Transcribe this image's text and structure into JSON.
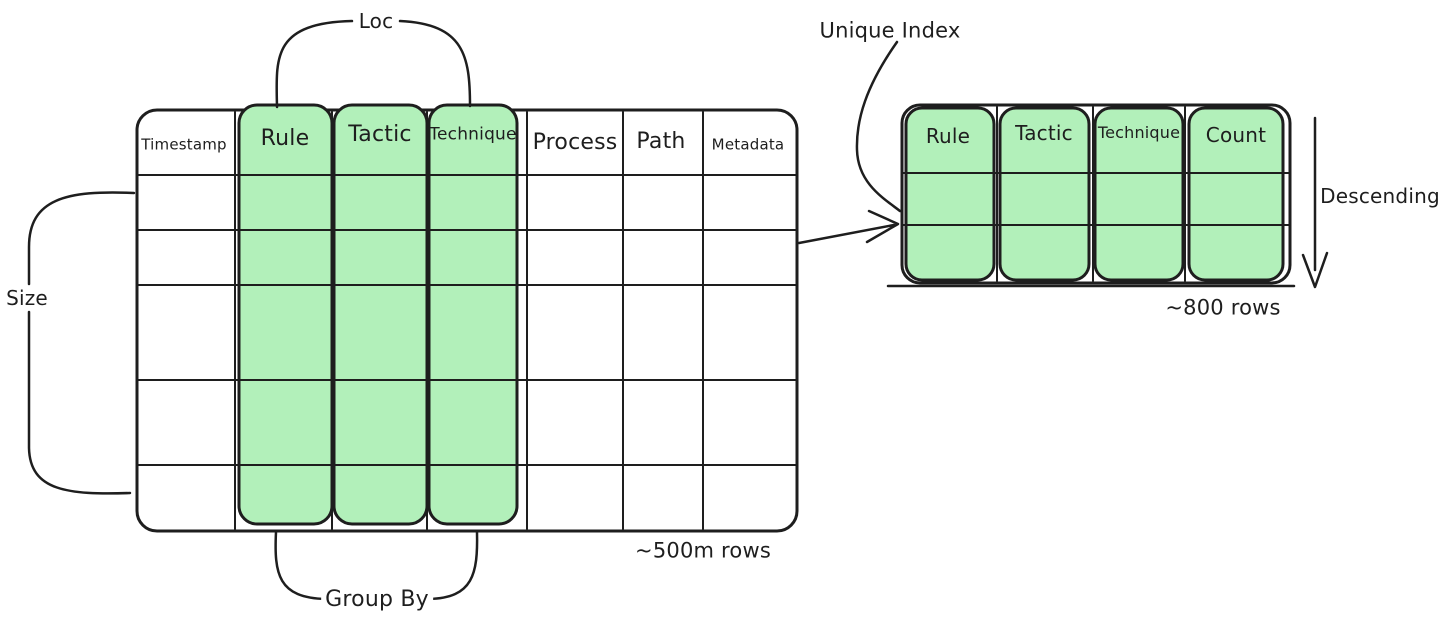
{
  "diagram": {
    "left_table": {
      "columns": [
        {
          "label": "Timestamp",
          "highlighted": false
        },
        {
          "label": "Rule",
          "highlighted": true
        },
        {
          "label": "Tactic",
          "highlighted": true
        },
        {
          "label": "Technique",
          "highlighted": true
        },
        {
          "label": "Process",
          "highlighted": false
        },
        {
          "label": "Path",
          "highlighted": false
        },
        {
          "label": "Metadata",
          "highlighted": false
        }
      ],
      "data_row_count": 5,
      "row_count_label": "~500m rows",
      "annotations": {
        "top_brace_label": "Loc",
        "left_brace_label": "Size",
        "bottom_brace_label": "Group By"
      }
    },
    "right_table": {
      "columns": [
        {
          "label": "Rule",
          "highlighted": true
        },
        {
          "label": "Tactic",
          "highlighted": true
        },
        {
          "label": "Technique",
          "highlighted": true
        },
        {
          "label": "Count",
          "highlighted": true
        }
      ],
      "data_row_count": 2,
      "row_count_label": "~800 rows",
      "annotations": {
        "index_label": "Unique Index",
        "sort_label": "Descending"
      }
    },
    "colors": {
      "highlight_fill": "#b2f0ba",
      "stroke": "#1e1e1e",
      "background": "#ffffff"
    }
  }
}
